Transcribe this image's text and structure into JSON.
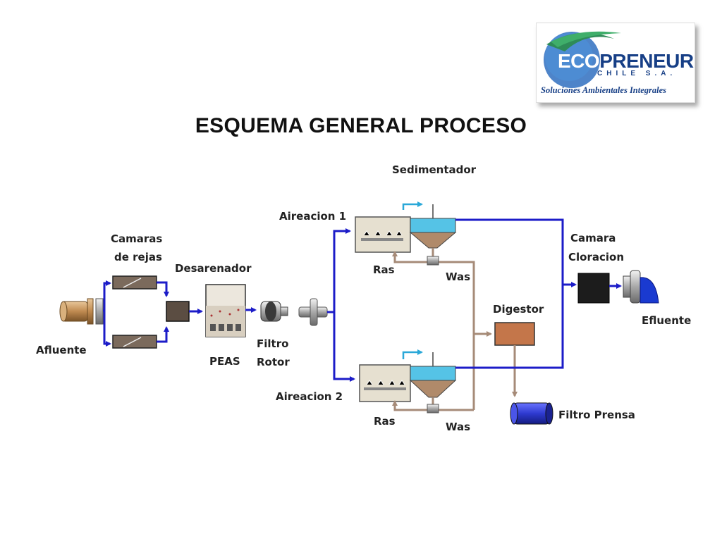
{
  "page": {
    "title": "ESQUEMA GENERAL  PROCESO"
  },
  "logo": {
    "word_eco": "ECO",
    "word_preneur": "PRENEUR",
    "country": "CHILE S.A.",
    "tagline": "Soluciones Ambientales Integrales"
  },
  "diagram": {
    "nodes": {
      "afluente": "Afluente",
      "camaras_line1": "Camaras",
      "camaras_line2": "de rejas",
      "desarenador": "Desarenador",
      "peas": "PEAS",
      "filtro_line1": "Filtro",
      "filtro_line2": "Rotor",
      "aireacion_1": "Aireacion 1",
      "aireacion_2": "Aireacion 2",
      "sedimentador": "Sedimentador",
      "ras_1": "Ras",
      "was_1": "Was",
      "ras_2": "Ras",
      "was_2": "Was",
      "digestor": "Digestor",
      "filtro_prensa": "Filtro Prensa",
      "camara_line1": "Camara",
      "camara_line2": "Cloracion",
      "efluente": "Efluente"
    },
    "colors": {
      "water_flow": "#1c1cc8",
      "sludge_flow": "#a68b78",
      "tank_fill": "#e6e0d0",
      "clarifier_water": "#55c3e6",
      "digestor_fill": "#c4764a",
      "press_fill": "#2e3ad0"
    }
  }
}
